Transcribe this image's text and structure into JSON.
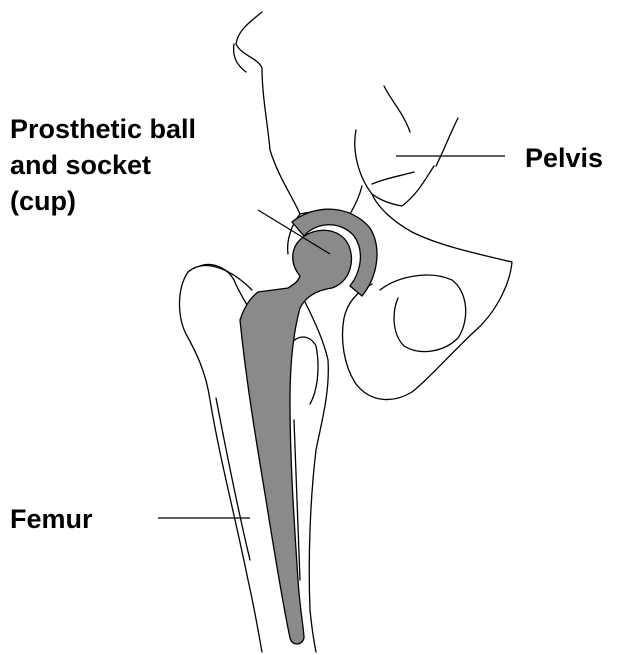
{
  "labels": {
    "prosthetic": [
      "Prosthetic ball",
      "and socket",
      "(cup)"
    ],
    "pelvis": "Pelvis",
    "femur": "Femur"
  },
  "colors": {
    "implant": "#8a8a8a",
    "outline": "#000000",
    "background": "#ffffff"
  }
}
